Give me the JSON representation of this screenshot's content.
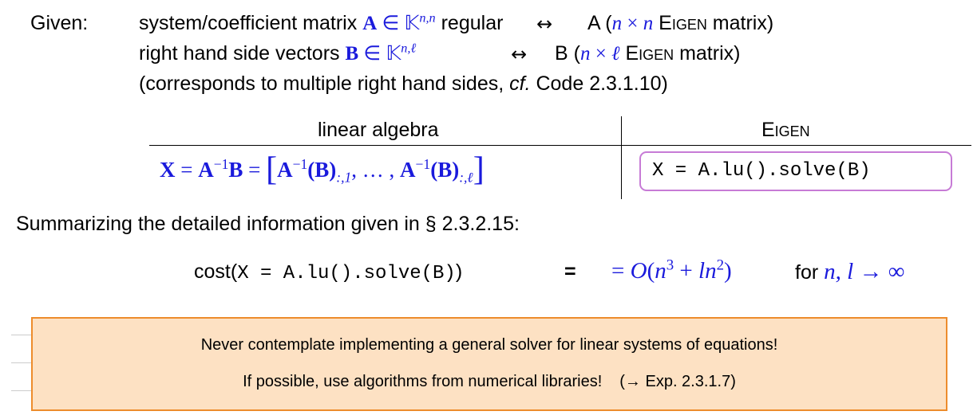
{
  "given": {
    "label": "Given:",
    "line1": {
      "pre": "system/coefficient matrix ",
      "A": "A",
      "in": " ∈ ",
      "K": "𝕂",
      "sup": "n,n",
      "mid": " regular",
      "arrow": "↔",
      "eng_pre": "A (",
      "n1": "n",
      "times": " × ",
      "n2": "n",
      "eigen": "Eigen",
      "post": " matrix)"
    },
    "line2": {
      "pre": "right hand side vectors ",
      "B": "B",
      "in": " ∈ ",
      "K": "𝕂",
      "sup": "n,ℓ",
      "arrow": "↔",
      "eng_pre": "B (",
      "n1": "n",
      "times": " × ",
      "l": "ℓ",
      "eigen": "Eigen",
      "post": " matrix)"
    },
    "line3": {
      "pre": "(corresponds to multiple right hand sides, ",
      "cf": "cf.",
      "post": " Code 2.3.1.10)"
    }
  },
  "table": {
    "header_left": "linear algebra",
    "header_right": "Eigen",
    "formula": {
      "X": "X",
      "eq1": " = ",
      "A1": "A",
      "inv1": "−1",
      "B1": "B",
      "eq2": " = ",
      "lbr": "[",
      "A2": "A",
      "inv2": "−1",
      "pB1": "(B)",
      "sub1": ":,1",
      "dots": ", … , ",
      "A3": "A",
      "inv3": "−1",
      "pB2": "(B)",
      "sub2": ":,ℓ",
      "rbr": "]"
    },
    "code": "X = A.lu().solve(B)"
  },
  "summary": "Summarizing the detailed information given in § 2.3.2.15:",
  "cost": {
    "pre": "cost(",
    "code": "X = A.lu().solve(B)",
    "close": ")",
    "eq": "=",
    "formula_eq": "= ",
    "O": "O",
    "open": "(",
    "n": "n",
    "exp3": "3",
    "plus": " + ",
    "ln": "ln",
    "exp2": "2",
    "closeO": ")",
    "for": "for ",
    "vars": "n, l",
    "to": " → ∞"
  },
  "note": {
    "line1": "Never contemplate implementing a general solver for linear systems of equations!",
    "line2": "If possible, use algorithms from numerical libraries!",
    "ref": "(→ Exp. 2.3.1.7)"
  },
  "colors": {
    "math_blue": "#1a1adc",
    "code_box_border": "#c77bd6",
    "note_bg": "#fde1c3",
    "note_border": "#ed8c2c"
  }
}
